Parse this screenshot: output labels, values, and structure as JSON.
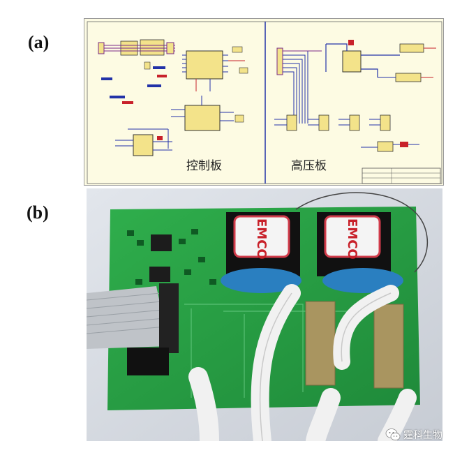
{
  "panels": {
    "a_label": "(a)",
    "b_label": "(b)"
  },
  "schematic": {
    "control_board": "控制板",
    "high_voltage_board": "高压板",
    "background": "#fdfbe3",
    "chip_color": "#f3e38a",
    "wire_blue": "#2232a8",
    "wire_red": "#c8212a"
  },
  "photo": {
    "pcb_color": "#27a045",
    "component_label": "EMCO",
    "capacitor_color": "#2a7fc0",
    "relay_color": "#a99560"
  },
  "watermark": {
    "icon": "wechat-icon",
    "text": "霆科生物"
  }
}
